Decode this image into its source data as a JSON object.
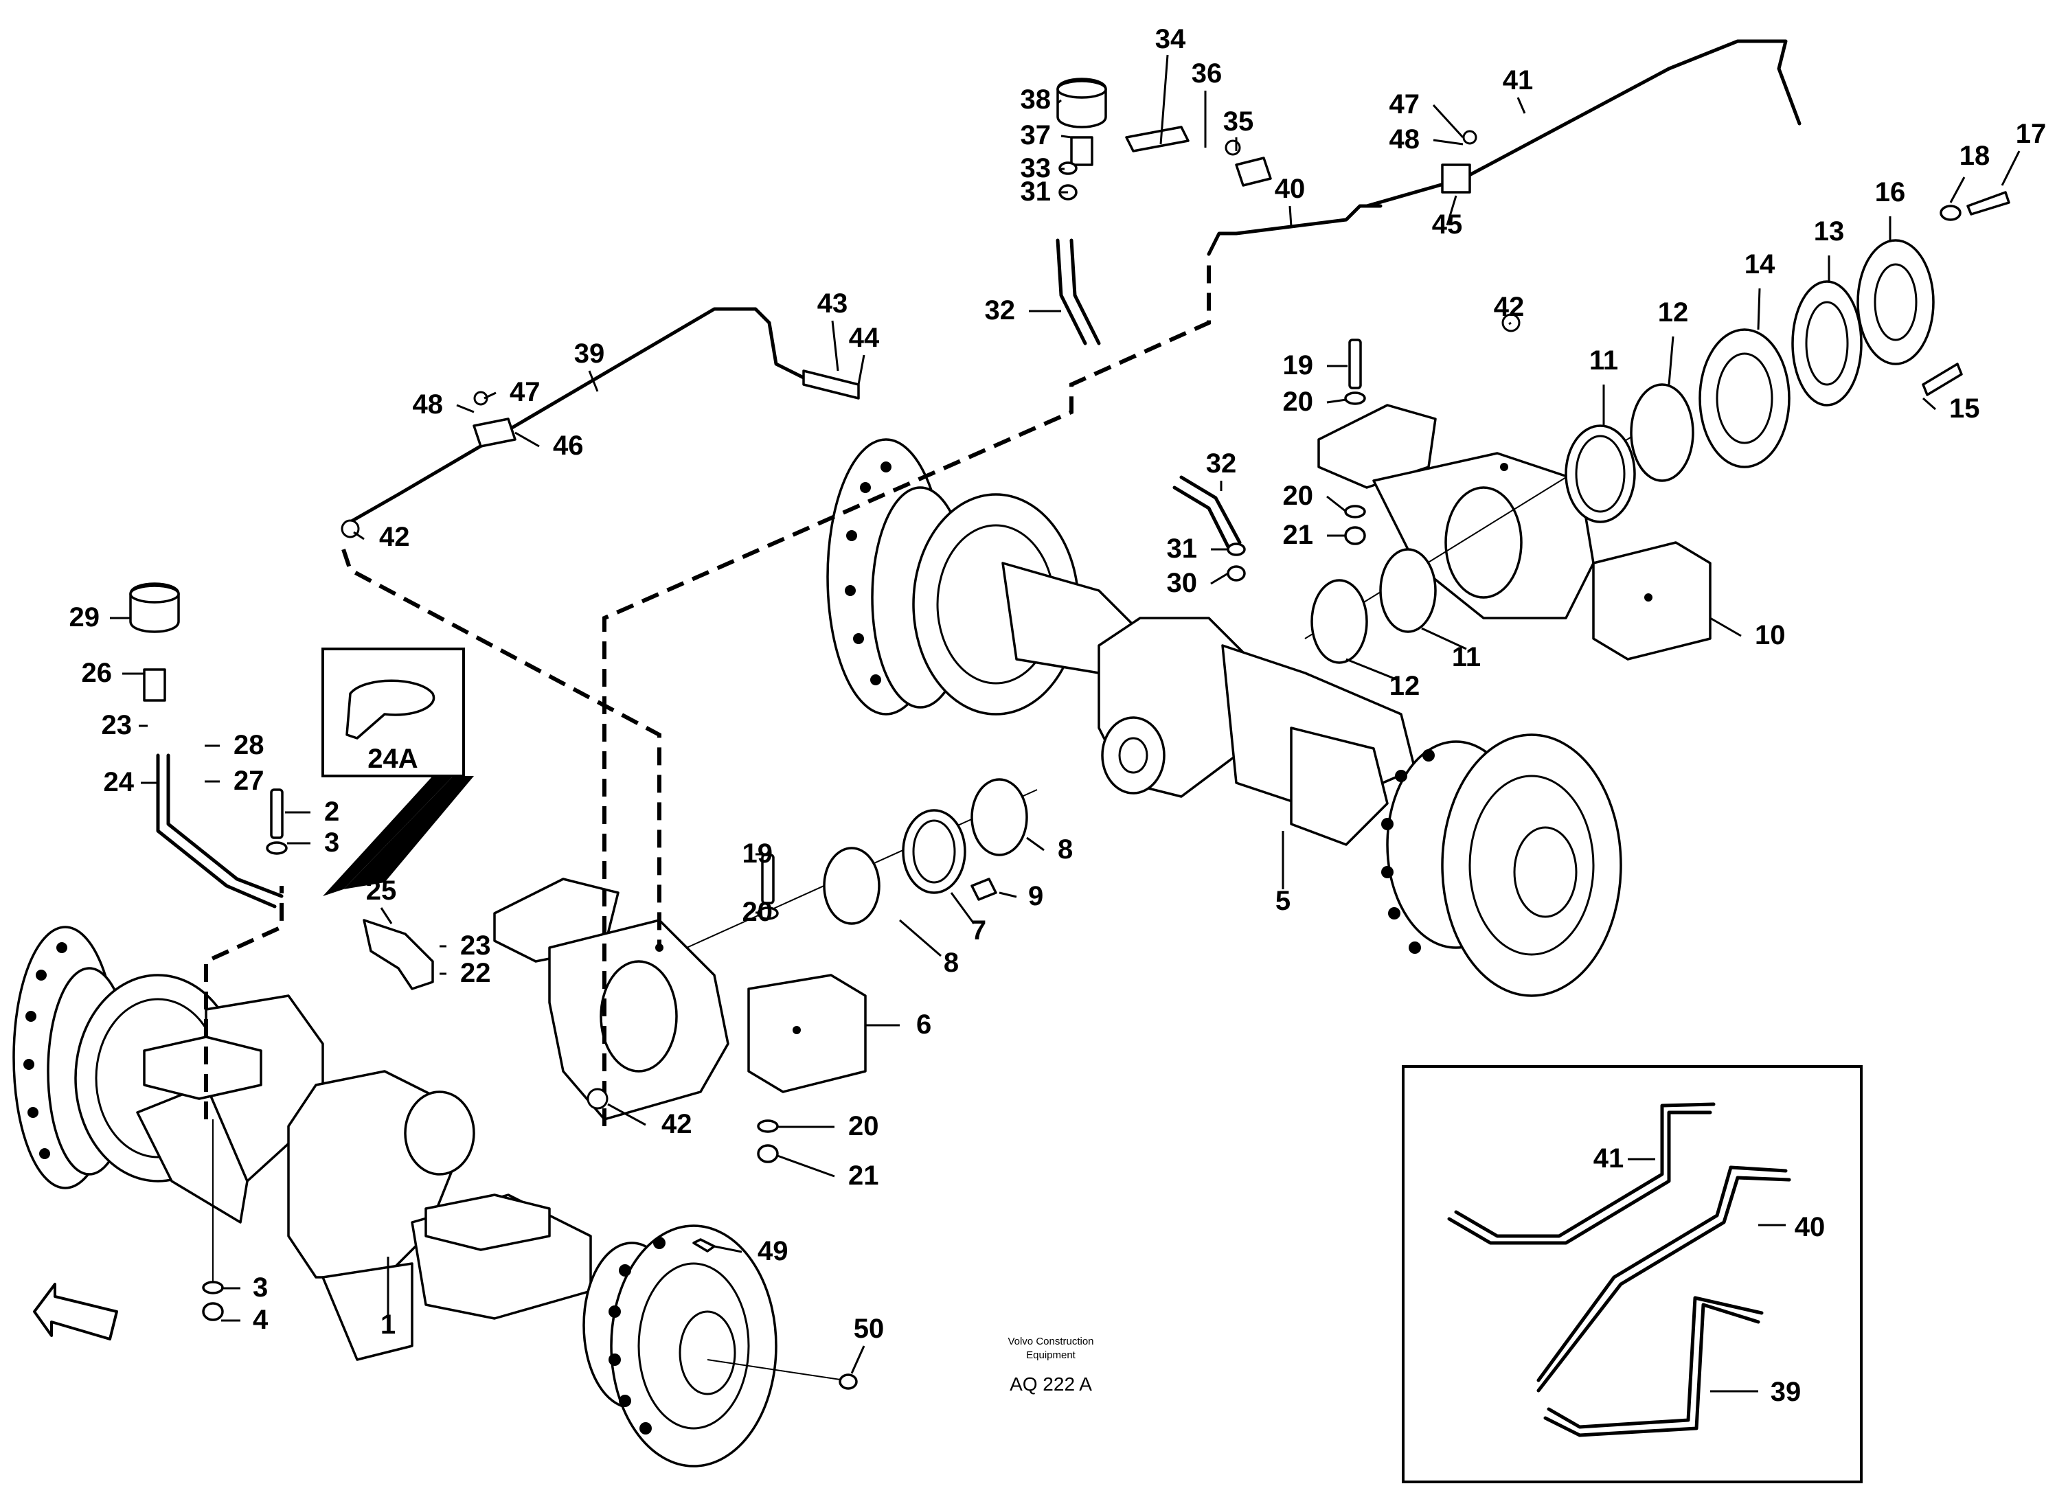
{
  "diagram": {
    "kind": "exploded parts diagram",
    "caption": {
      "line1": "Volvo Construction",
      "line2": "Equipment",
      "code": "AQ 222 A"
    },
    "detail_box_label": "24A",
    "inset_labels": [
      "41",
      "40",
      "39"
    ],
    "callouts": [
      "1",
      "2",
      "3",
      "3",
      "4",
      "5",
      "6",
      "7",
      "8",
      "8",
      "9",
      "10",
      "11",
      "11",
      "12",
      "12",
      "13",
      "14",
      "15",
      "16",
      "17",
      "18",
      "19",
      "19",
      "20",
      "20",
      "20",
      "20",
      "21",
      "21",
      "22",
      "23",
      "23",
      "24",
      "25",
      "26",
      "27",
      "28",
      "29",
      "30",
      "31",
      "31",
      "32",
      "32",
      "33",
      "34",
      "35",
      "36",
      "37",
      "38",
      "39",
      "40",
      "41",
      "42",
      "42",
      "42",
      "43",
      "44",
      "45",
      "46",
      "47",
      "47",
      "48",
      "48",
      "49",
      "50"
    ]
  }
}
